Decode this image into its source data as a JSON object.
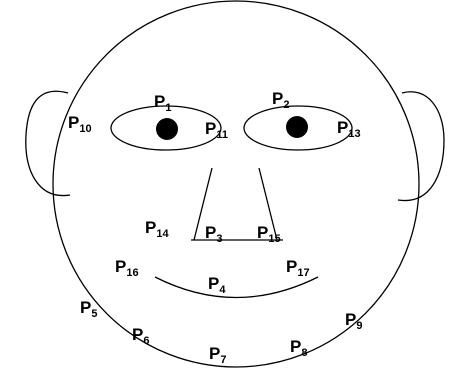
{
  "points": [
    {
      "id": "p1",
      "letter": "P",
      "index": "1"
    },
    {
      "id": "p2",
      "letter": "P",
      "index": "2"
    },
    {
      "id": "p3",
      "letter": "P",
      "index": "3"
    },
    {
      "id": "p4",
      "letter": "P",
      "index": "4"
    },
    {
      "id": "p5",
      "letter": "P",
      "index": "5"
    },
    {
      "id": "p6",
      "letter": "P",
      "index": "6"
    },
    {
      "id": "p7",
      "letter": "P",
      "index": "7"
    },
    {
      "id": "p8",
      "letter": "P",
      "index": "8"
    },
    {
      "id": "p9",
      "letter": "P",
      "index": "9"
    },
    {
      "id": "p10",
      "letter": "P",
      "index": "10"
    },
    {
      "id": "p11",
      "letter": "P",
      "index": "11"
    },
    {
      "id": "p13",
      "letter": "P",
      "index": "13"
    },
    {
      "id": "p14",
      "letter": "P",
      "index": "14"
    },
    {
      "id": "p15",
      "letter": "P",
      "index": "15"
    },
    {
      "id": "p16",
      "letter": "P",
      "index": "16"
    },
    {
      "id": "p17",
      "letter": "P",
      "index": "17"
    }
  ],
  "colors": {
    "line": "#000000",
    "background": "#ffffff"
  }
}
